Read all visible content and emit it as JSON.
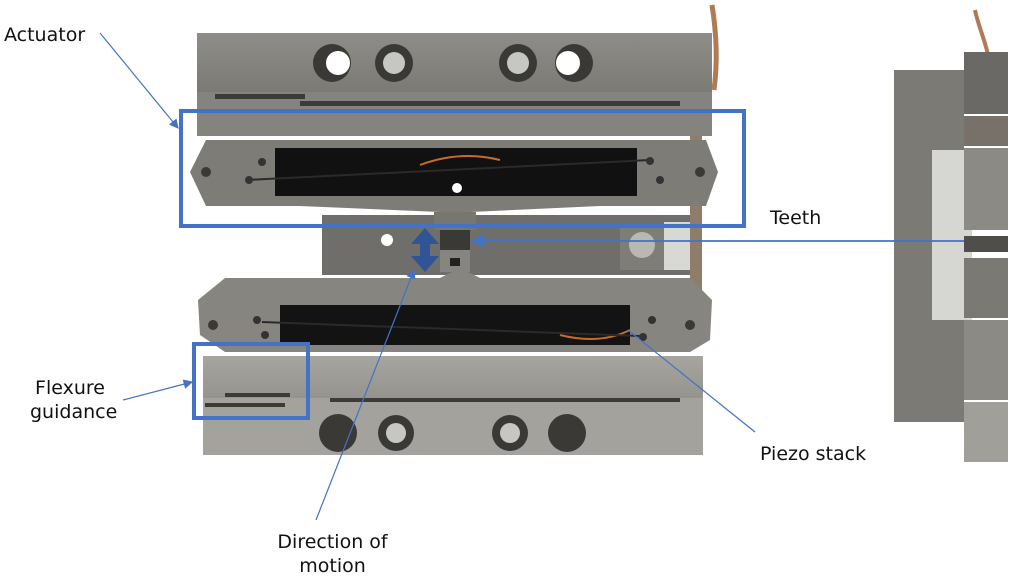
{
  "labels": {
    "actuator": "Actuator",
    "teeth": "Teeth",
    "flexure_line1": "Flexure",
    "flexure_line2": "guidance",
    "piezo": "Piezo stack",
    "direction_line1": "Direction of",
    "direction_line2": "motion"
  },
  "colors": {
    "annotation_blue": "#4472C4",
    "arrow_blue": "#2F5597",
    "metal_light": "#8c8b86",
    "metal_mid": "#6e6d69",
    "metal_dark": "#55544f",
    "piezo_black": "#111111",
    "background": "#ffffff"
  }
}
